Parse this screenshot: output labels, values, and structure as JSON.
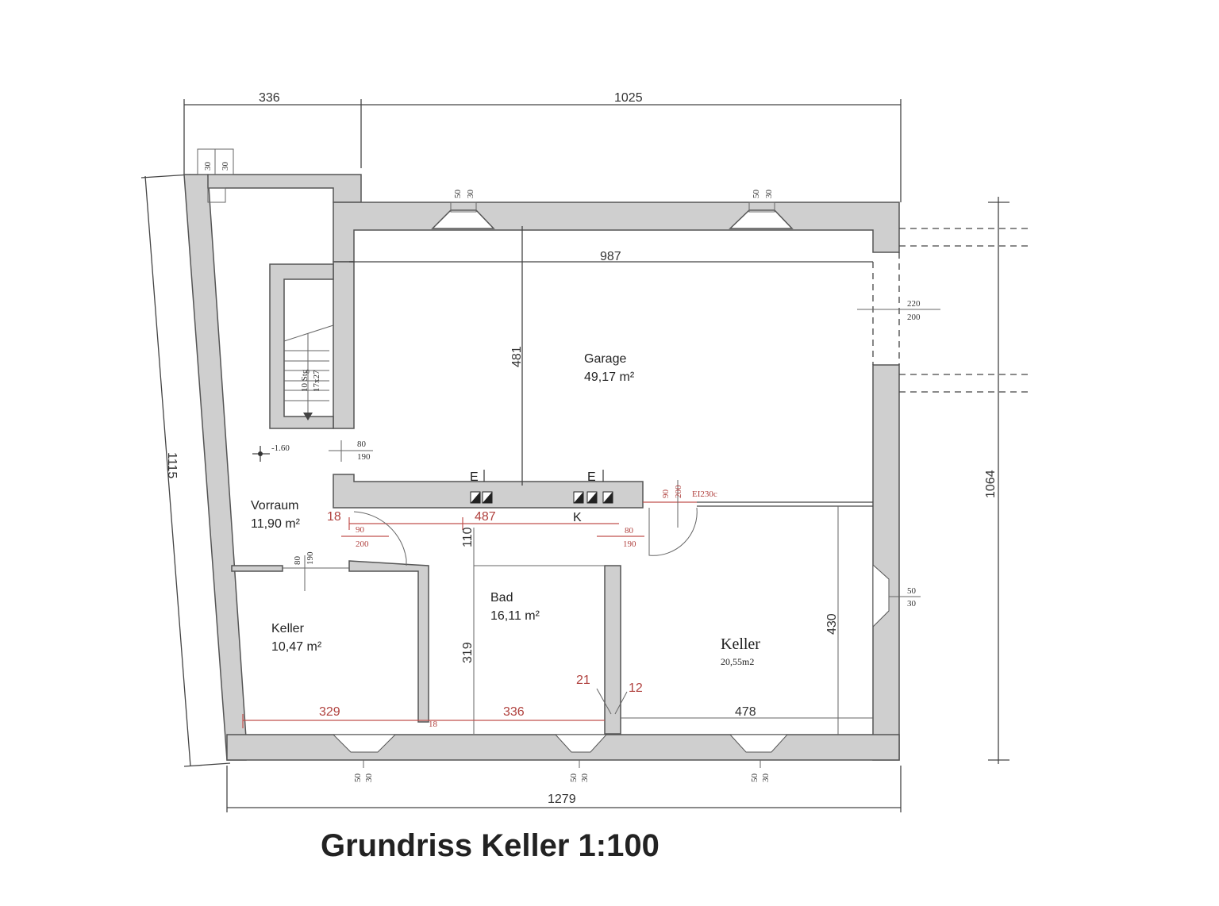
{
  "title": "Grundriss Keller  1:100",
  "rooms": {
    "garage": {
      "name": "Garage",
      "area": "49,17 m²"
    },
    "vorraum": {
      "name": "Vorraum",
      "area": "11,90 m²"
    },
    "keller_left": {
      "name": "Keller",
      "area": "10,47 m²"
    },
    "bad": {
      "name": "Bad",
      "area": "16,11 m²"
    },
    "keller_right": {
      "name": "Keller",
      "area": "20,55m2"
    }
  },
  "dimensions": {
    "top_left": "336",
    "top_right": "1025",
    "garage_width": "987",
    "garage_depth": "481",
    "left_side": "1115",
    "right_side": "1064",
    "bottom": "1279",
    "keller_right_depth": "430",
    "keller_right_width": "478",
    "bad_depth": "319",
    "bad_corridor": "110",
    "gate_a": "220",
    "gate_b": "200",
    "stair_a": "10 Stg",
    "stair_b": "17x27",
    "level": "-1.60",
    "door_80": "80",
    "door_190": "190",
    "window_50": "50",
    "window_30": "30"
  },
  "red_dimensions": {
    "corridor_left": "18",
    "corridor_width": "487",
    "door_90": "90",
    "door_200": "200",
    "keller_left_width": "329",
    "bad_width": "336",
    "wall_21": "21",
    "wall_12": "12",
    "wall_18": "18",
    "fire_door": "EI230c"
  },
  "markers": {
    "e1": "E",
    "e2": "E",
    "k": "K"
  }
}
